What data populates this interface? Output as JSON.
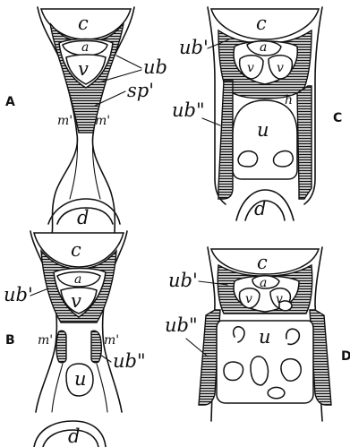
{
  "panels": [
    {
      "id": "A",
      "letter": "A",
      "labels": {
        "c": "c",
        "a": "a",
        "v": "v",
        "ub": "ub",
        "sp": "sp'",
        "m_left": "m'",
        "m_right": "m'",
        "d": "d"
      }
    },
    {
      "id": "B",
      "letter": "B",
      "labels": {
        "c": "c",
        "a": "a",
        "v": "v",
        "ub1": "ub'",
        "m_left": "m'",
        "m_right": "m'",
        "ub2": "ub\"",
        "u": "u",
        "d": "d"
      }
    },
    {
      "id": "C",
      "letter": "C",
      "labels": {
        "c": "c",
        "a": "a",
        "v_left": "v",
        "v_right": "v",
        "ub1": "ub'",
        "h": "h",
        "ub2": "ub\"",
        "u": "u",
        "d": "d"
      }
    },
    {
      "id": "D",
      "letter": "D",
      "labels": {
        "c": "c",
        "a": "a",
        "v_left": "v",
        "v_right": "v",
        "ub1": "ub'",
        "ub2": "ub\"",
        "u": "u"
      }
    }
  ],
  "icons": {
    "hatching": "horizontal-line-hatching"
  }
}
